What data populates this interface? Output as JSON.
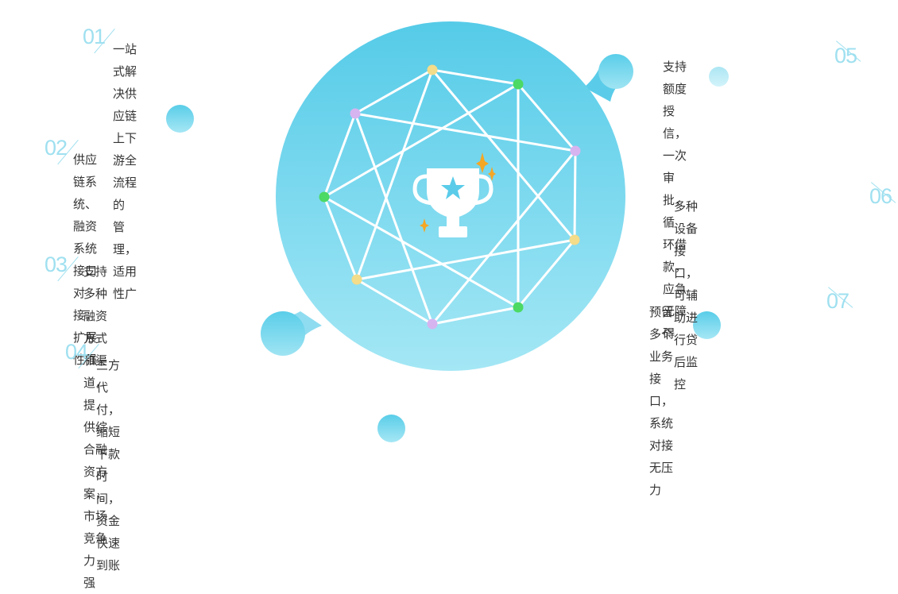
{
  "colors": {
    "accent": "#5bcfe9",
    "accent_light": "#a3e6f4",
    "number": "#9fe0f0",
    "text": "#333333",
    "node_yellow": "#f3dc8a",
    "node_green": "#4cd964",
    "node_purple": "#d6b4f0",
    "trophy": "#ffffff",
    "sparkle": "#f5a623"
  },
  "center_icon": "trophy-star-icon",
  "features": [
    {
      "num": "01",
      "lines": [
        "一站式解决供应链上下游全流程的",
        "管理，适用性广"
      ]
    },
    {
      "num": "02",
      "lines": [
        "供应链系统、融资系统接口对",
        "接，扩展性强"
      ]
    },
    {
      "num": "03",
      "lines": [
        "支持多种融资方式和渠道，提",
        "供综合融资方案，市场竞争力",
        "强"
      ]
    },
    {
      "num": "04",
      "lines": [
        "三方代付，缩短下款时间，资金快速到账"
      ]
    },
    {
      "num": "05",
      "lines": [
        "支持额度授信，一次审批，循",
        "环借款，应急无障碍"
      ]
    },
    {
      "num": "06",
      "lines": [
        "多种设备接口，可辅助进行贷后监",
        "控"
      ]
    },
    {
      "num": "07",
      "lines": [
        "预留多个业务接口，系统对接",
        "无压力"
      ]
    }
  ]
}
